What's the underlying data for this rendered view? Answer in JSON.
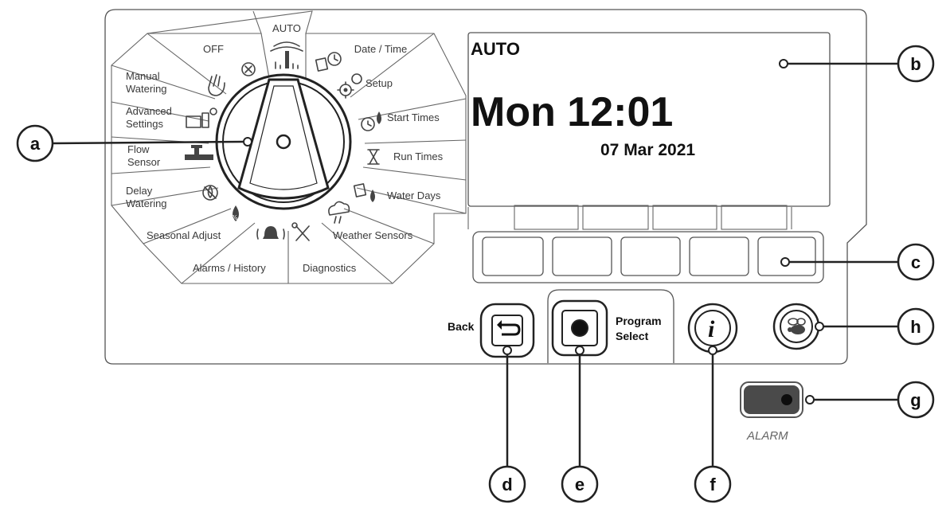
{
  "dial": {
    "positions": {
      "auto": "AUTO",
      "off": "OFF",
      "date_time": "Date / Time",
      "setup": "Setup",
      "manual_watering_l1": "Manual",
      "manual_watering_l2": "Watering",
      "start_times": "Start Times",
      "advanced_settings_l1": "Advanced",
      "advanced_settings_l2": "Settings",
      "run_times": "Run Times",
      "flow_sensor_l1": "Flow",
      "flow_sensor_l2": "Sensor",
      "water_days": "Water Days",
      "delay_watering_l1": "Delay",
      "delay_watering_l2": "Watering",
      "seasonal_adjust": "Seasonal Adjust",
      "weather_sensors": "Weather Sensors",
      "alarms_history": "Alarms / History",
      "diagnostics": "Diagnostics"
    }
  },
  "display": {
    "mode": "AUTO",
    "time": "Mon 12:01",
    "date": "07 Mar 2021"
  },
  "buttons": {
    "back_label": "Back",
    "program_select_l1": "Program",
    "program_select_l2": "Select",
    "info_glyph": "i"
  },
  "alarm": {
    "label": "ALARM"
  },
  "callouts": {
    "a": "a",
    "b": "b",
    "c": "c",
    "d": "d",
    "e": "e",
    "f": "f",
    "g": "g",
    "h": "h"
  },
  "icons": [
    "off-x-icon",
    "sprinkler-icon",
    "calendar-clock-icon",
    "gear-icon",
    "hand-water-icon",
    "clock-drop-icon",
    "remote-devices-icon",
    "hourglass-icon",
    "flow-pipe-icon",
    "calendar-drop-icon",
    "no-water-icon",
    "cloud-sensor-icon",
    "percent-drop-icon",
    "tools-icon",
    "alarm-bell-icon",
    "back-arrow-icon",
    "bee-icon"
  ],
  "colors": {
    "alarm_led": "#4a4a4a",
    "outline": "#555555",
    "text": "#1a1a1a"
  }
}
